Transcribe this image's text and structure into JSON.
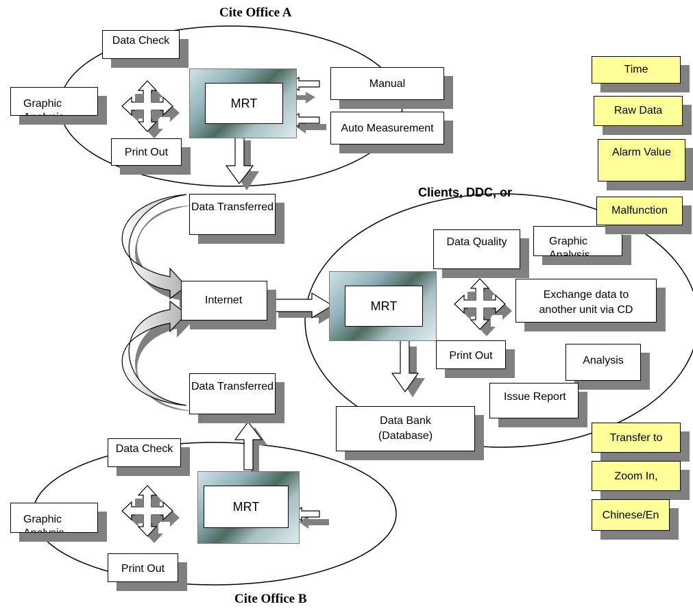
{
  "office_a": {
    "title": "Cite Office A",
    "data_check": "Data Check",
    "graphic": "Graphic Analysis",
    "print": "Print Out",
    "mrt": "MRT",
    "manual": "Manual",
    "auto": "Auto Measurement"
  },
  "network": {
    "transfer_a": "Data Transferred",
    "internet": "Internet",
    "transfer_b": "Data Transferred",
    "data_bank": "Data Bank",
    "data_bank_sub": "(Database)"
  },
  "clients": {
    "title": "Clients, DDC, or",
    "data_quality": "Data Quality",
    "graphic": "Graphic Analysis",
    "mrt": "MRT",
    "exchange_line1": "Exchange data to",
    "exchange_line2": "another unit via CD",
    "print": "Print Out",
    "analysis": "Analysis",
    "issue": "Issue Report"
  },
  "features_top": [
    "Time",
    "Raw Data",
    "Alarm Value",
    "Malfunction"
  ],
  "features_bottom": [
    "Transfer to",
    "Zoom In,",
    "Chinese/En"
  ],
  "office_b": {
    "title": "Cite Office B",
    "data_check": "Data Check",
    "graphic": "Graphic Analysis",
    "print": "Print Out",
    "mrt": "MRT"
  },
  "colors": {
    "feature_fill": "#ffff99",
    "shadow": "#808080",
    "line": "#000000",
    "curved_arrow_fill": "#c0c0c0"
  }
}
